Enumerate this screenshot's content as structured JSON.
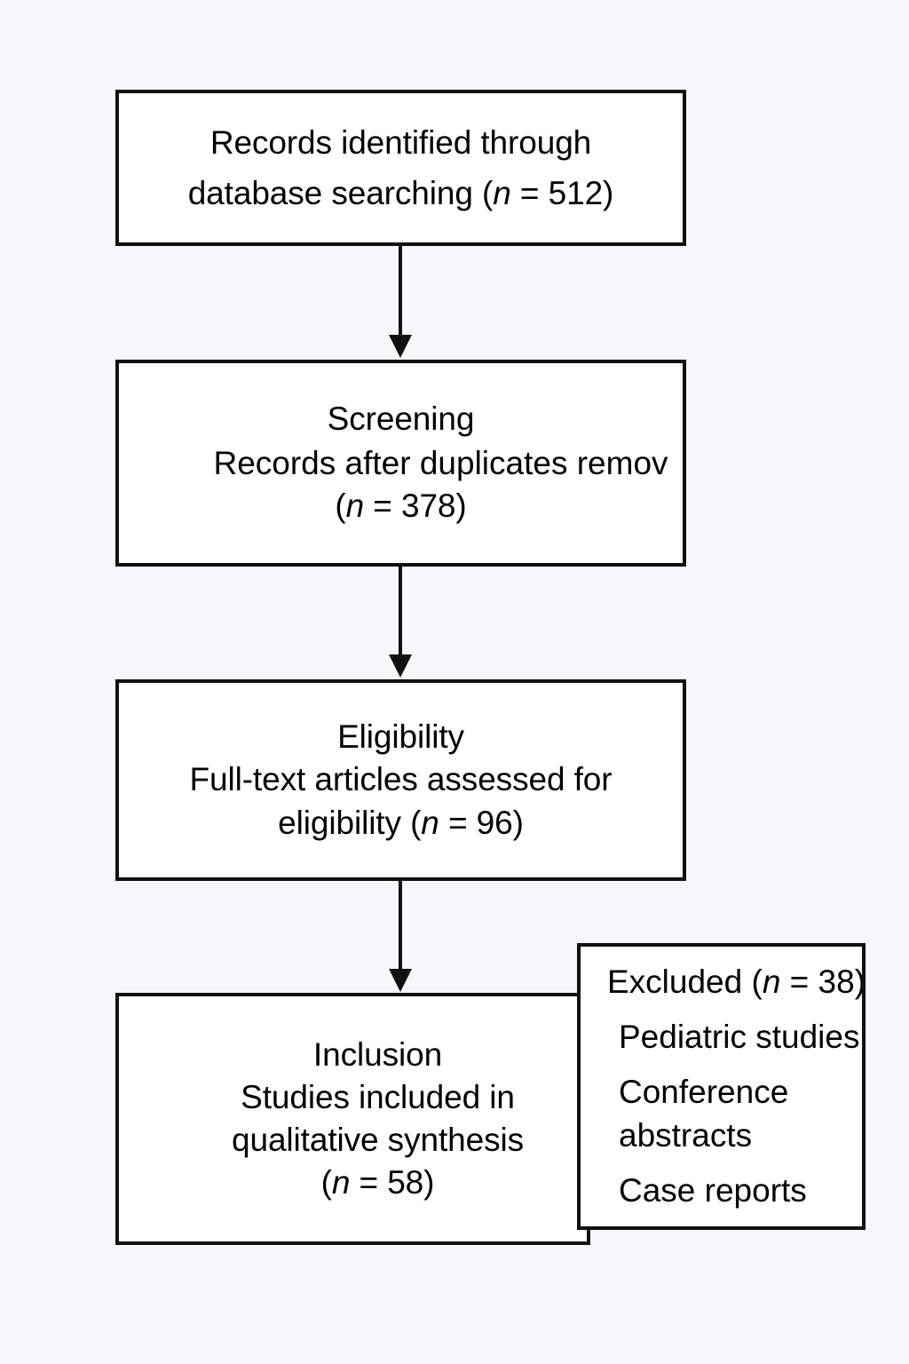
{
  "diagram": {
    "type": "prisma-flow-diagram",
    "background_color": "#f6f7f8",
    "box_fill_color": "#ffffff",
    "border_color": "#111111",
    "text_color": "#000000"
  },
  "identification": {
    "line1": "Records identified through",
    "line2": "database searching (",
    "n_italic": "n",
    "line2_tail": " = 512)"
  },
  "screening": {
    "stage": "Screening",
    "line1": "Records after duplicates remov",
    "line2_open": "(",
    "n_italic": "n",
    "line2_tail": " = 378)"
  },
  "eligibility": {
    "stage": "Eligibility",
    "line1": "Full-text articles assessed for",
    "line2_open": "eligibility (",
    "n_italic": "n",
    "line2_tail": " = 96)"
  },
  "inclusion": {
    "stage": "Inclusion",
    "line1": "Studies included in",
    "line2": "qualitative synthesis",
    "line3_open": "(",
    "n_italic": "n",
    "line3_tail": " = 58)"
  },
  "excluded": {
    "heading_open": "Excluded (",
    "n_italic": "n",
    "heading_tail": " = 38)",
    "items": [
      {
        "text": "Pediatric studies"
      },
      {
        "text": "Conference",
        "text_wrap": "abstracts"
      },
      {
        "text": "Case reports"
      }
    ]
  },
  "connectors": {
    "arrow_1": "identification-to-screening",
    "arrow_2": "screening-to-eligibility",
    "arrow_3": "eligibility-to-inclusion",
    "connector_excluded": "eligibility-to-excluded"
  }
}
